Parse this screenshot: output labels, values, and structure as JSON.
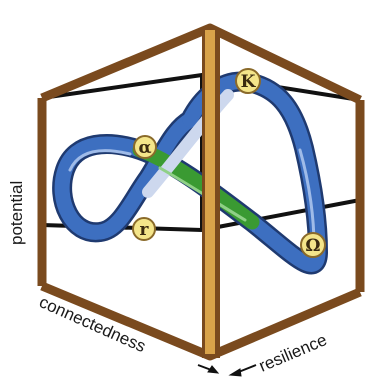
{
  "axes": {
    "vertical": "potential",
    "left_depth": "connectedness",
    "right_depth": "resilience"
  },
  "phases": [
    {
      "id": "alpha",
      "symbol": "α"
    },
    {
      "id": "r",
      "symbol": "r"
    },
    {
      "id": "kappa",
      "symbol": "K"
    },
    {
      "id": "omega",
      "symbol": "Ω"
    }
  ],
  "colors": {
    "frame_front": "#7a4a1e",
    "frame_back": "#111111",
    "ribbon_green": "#3a9a32",
    "ribbon_blue": "#3d6fc0",
    "ribbon_pale": "#cdd8ee",
    "node_fill": "#f4e58a",
    "node_stroke": "#8a6a2a"
  },
  "icons": {
    "arrow": "arrow-icon"
  }
}
